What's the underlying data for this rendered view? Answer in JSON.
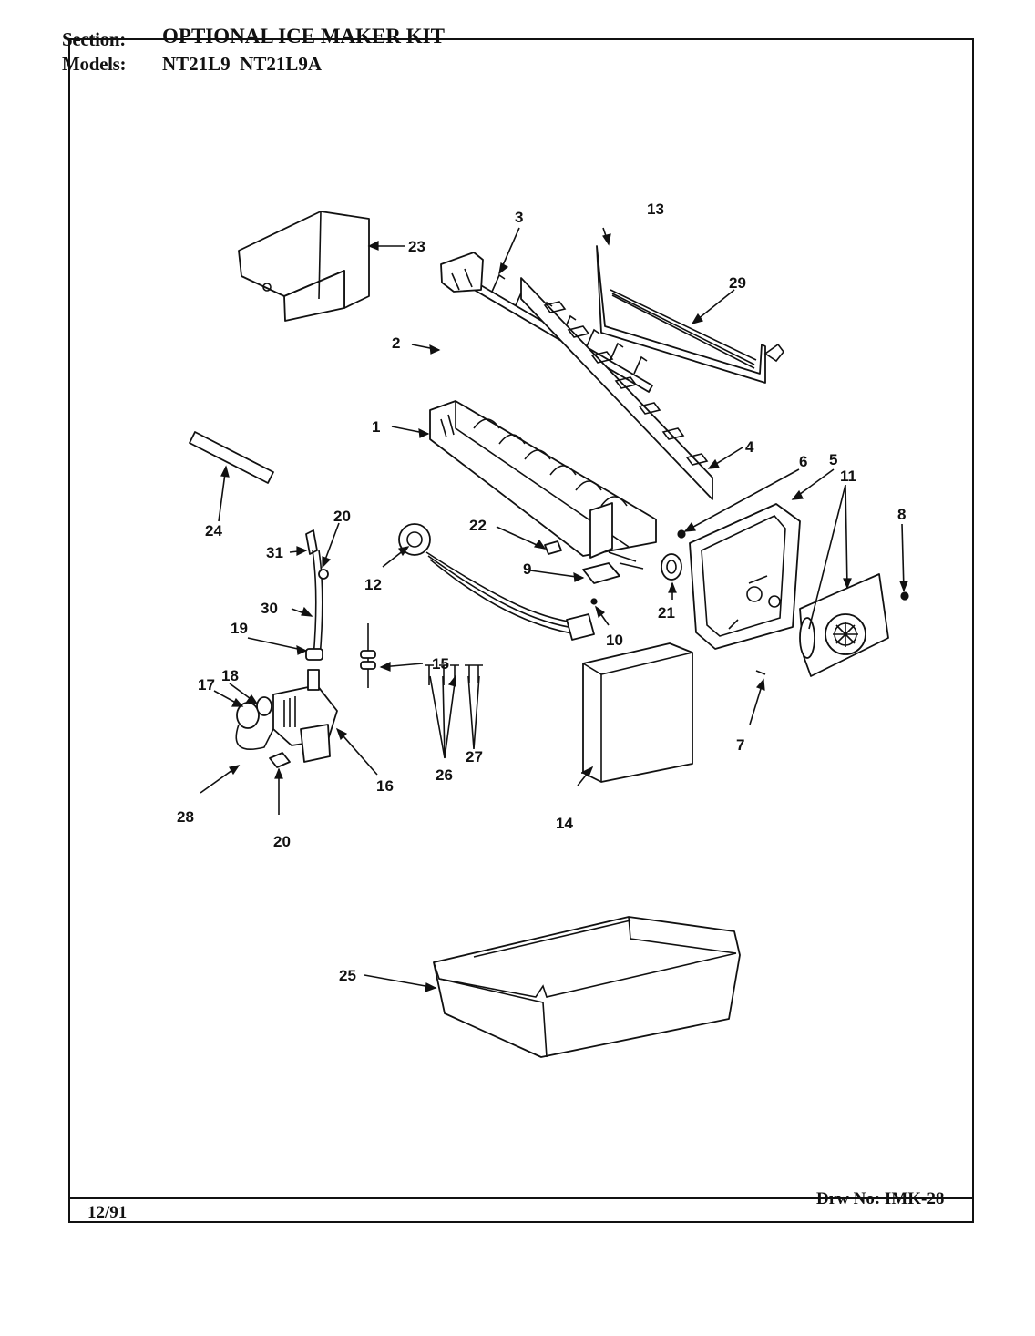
{
  "header": {
    "section_label": "Section:",
    "section_value": "OPTIONAL ICE MAKER KIT",
    "models_label": "Models:",
    "models_value": "NT21L9  NT21L9A"
  },
  "footer": {
    "date": "12/91",
    "drawing_number": "Drw No: IMK-28"
  },
  "callouts": [
    "1",
    "2",
    "3",
    "4",
    "5",
    "6",
    "7",
    "8",
    "9",
    "10",
    "11",
    "12",
    "13",
    "14",
    "15",
    "16",
    "17",
    "18",
    "19",
    "20",
    "20",
    "21",
    "22",
    "23",
    "24",
    "25",
    "26",
    "27",
    "28",
    "29",
    "30",
    "31"
  ]
}
